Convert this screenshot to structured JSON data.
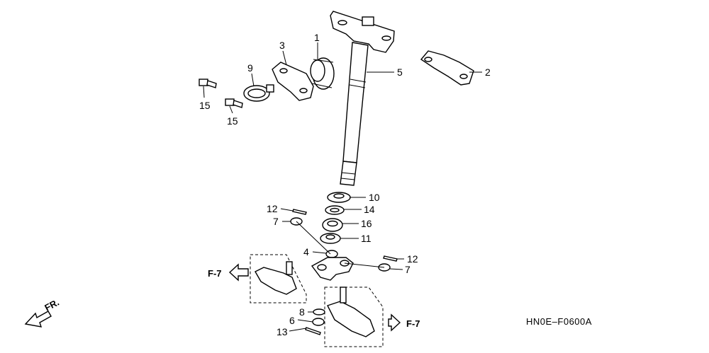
{
  "callouts": {
    "c1": "1",
    "c2": "2",
    "c3": "3",
    "c4": "4",
    "c5": "5",
    "c6": "6",
    "c7a": "7",
    "c7b": "7",
    "c8": "8",
    "c9": "9",
    "c10": "10",
    "c11": "11",
    "c12a": "12",
    "c12b": "12",
    "c13": "13",
    "c14": "14",
    "c15a": "15",
    "c15b": "15",
    "c16": "16"
  },
  "refs": {
    "left": "F-7",
    "right": "F-7"
  },
  "front_label": "FR.",
  "diagram_code": "HN0E–F0600A"
}
